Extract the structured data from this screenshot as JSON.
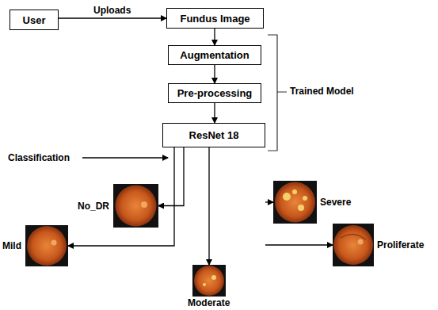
{
  "diagram": {
    "nodes": [
      {
        "text": [
          "User"
        ]
      },
      {
        "text": [
          "Fundus Image"
        ]
      },
      {
        "text": [
          "Augmentation"
        ]
      },
      {
        "text": [
          "Pre-processing"
        ]
      },
      {
        "text": [
          "ResNet 18"
        ]
      },
      {
        "text": [
          "No_DR"
        ]
      },
      {
        "text": [
          "Severe"
        ]
      },
      {
        "text": [
          "Mild"
        ]
      },
      {
        "text": [
          "Moderate"
        ]
      },
      {
        "text": [
          "Proliferate"
        ]
      }
    ],
    "edges": [
      {
        "from": 0,
        "to": 1,
        "label": "Uploads",
        "arrow": "to"
      },
      {
        "from": 1,
        "to": 2,
        "arrow": "to"
      },
      {
        "from": 2,
        "to": 3,
        "arrow": "to"
      },
      {
        "from": 3,
        "to": 4,
        "arrow": "to"
      },
      {
        "from": 4,
        "to": 5,
        "arrow": "to"
      },
      {
        "from": 4,
        "to": 6,
        "arrow": "to"
      },
      {
        "from": 4,
        "to": 7,
        "arrow": "to"
      },
      {
        "from": 4,
        "to": 8,
        "arrow": "to"
      },
      {
        "from": 4,
        "to": 9,
        "arrow": "to"
      }
    ],
    "labels": [
      "Trained Model",
      "Classification"
    ]
  }
}
